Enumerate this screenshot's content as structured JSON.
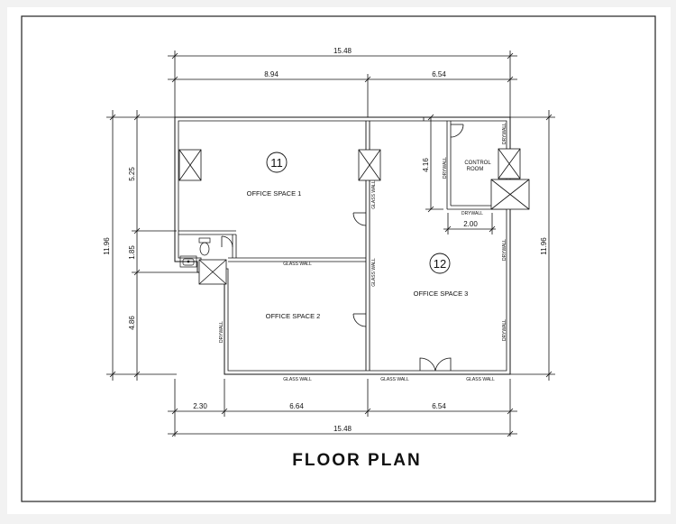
{
  "title": "FLOOR PLAN",
  "rooms": {
    "office1": {
      "name": "OFFICE SPACE 1",
      "number": "11"
    },
    "office2": {
      "name": "OFFICE SPACE 2"
    },
    "office3": {
      "name": "OFFICE SPACE 3",
      "number": "12"
    },
    "control": {
      "line1": "CONTROL",
      "line2": "ROOM"
    }
  },
  "wall_labels": {
    "glass_wall": "GLASS WALL",
    "drywall": "DRYWALL"
  },
  "dimensions": {
    "top_total": "15.48",
    "top_left": "8.94",
    "top_right": "6.54",
    "bottom_left": "2.30",
    "bottom_mid": "6.64",
    "bottom_right": "6.54",
    "bottom_total": "15.48",
    "left_total": "11.96",
    "left_top": "5.25",
    "left_mid": "1.85",
    "left_bottom": "4.86",
    "right_total": "11.96",
    "control_height": "4.16",
    "control_width": "2.00"
  }
}
